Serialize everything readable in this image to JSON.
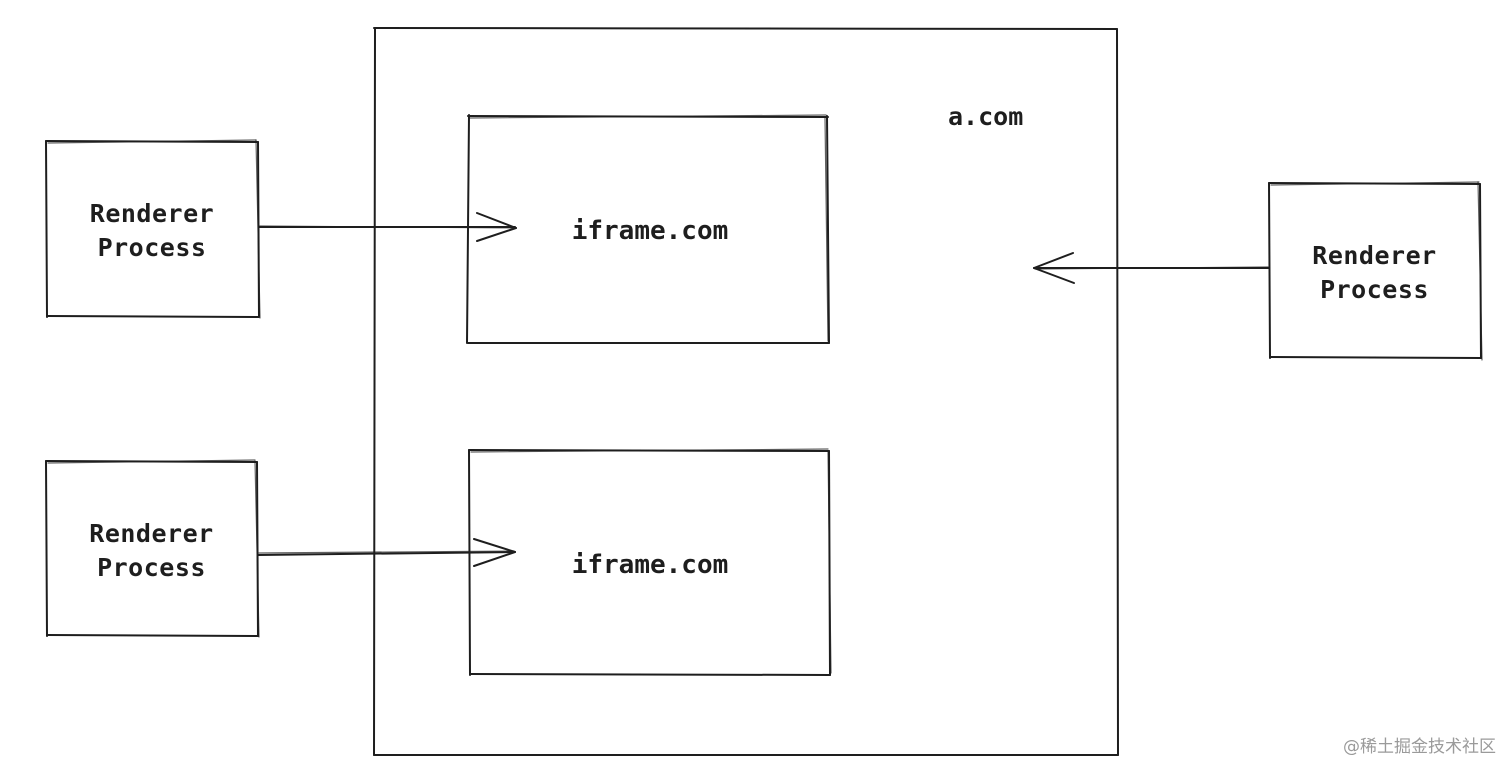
{
  "main_frame": {
    "label": "a.com"
  },
  "iframes": [
    {
      "label": "iframe.com"
    },
    {
      "label": "iframe.com"
    }
  ],
  "processes": [
    {
      "line1": "Renderer",
      "line2": "Process"
    },
    {
      "line1": "Renderer",
      "line2": "Process"
    },
    {
      "line1": "Renderer",
      "line2": "Process"
    }
  ],
  "watermark": "@稀土掘金技术社区",
  "colors": {
    "stroke": "#1e1e1e",
    "background": "#ffffff",
    "watermark": "#9a9a9a"
  }
}
